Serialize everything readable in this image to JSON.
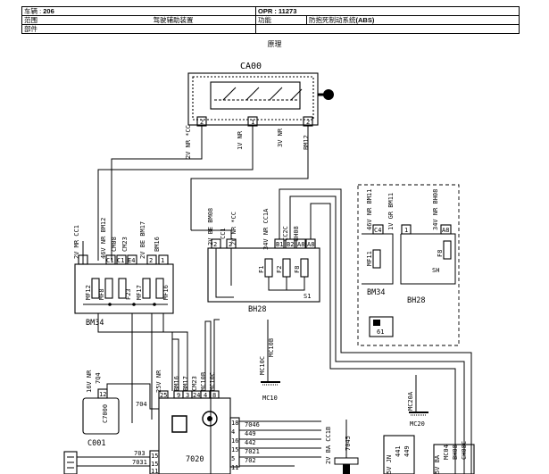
{
  "header": {
    "vehicle_label": "车辆 : ",
    "vehicle_value": "206",
    "opr_label": "OPR : ",
    "opr_value": "11273",
    "range_label": "范围",
    "range_value": "驾驶辅助装置",
    "function_label": "功能",
    "function_value": "防抱死制动系统",
    "function_suffix": "(ABS)",
    "part_label": "部件",
    "part_value": ""
  },
  "caption": "原理",
  "components": {
    "ca00": "CA00",
    "bm34_left": "BM34",
    "bh28": "BH28",
    "bm34_right": "BM34",
    "bh28_right": "BH28",
    "c001": "C001",
    "c7000": "C7000",
    "unit_7020": "7020",
    "mc10": "MC10",
    "mc20": "MC20",
    "mc20a": "MC20A"
  },
  "connectors": {
    "ca00_a": "2V NR *CC",
    "ca00_b": "1V NR",
    "ca00_c": "3V NR",
    "ca00_d": "BM12",
    "bm34_a": "2V MR CC1",
    "bm34_b": "46V NR BM12",
    "bm34_c": "CM08",
    "bm34_d": "CM23",
    "bm34_e": "2V BE BM17",
    "bm34_f": "BM16",
    "bh28_a": "2V BE BM08",
    "bh28_b": "CC1",
    "bh28_c": "2V NR *CC",
    "bh28_d": "34V NR CC1A",
    "bh28_e": "CC2C",
    "bh28_f": "BH08",
    "bm34r_a": "46V NR BM11",
    "bm34r_b": "1V GR BM11",
    "bh28r_a": "34V NR BH08",
    "u_a": "25V NR",
    "u_b": "BM16",
    "u_c": "BM17",
    "u_d": "CM23",
    "u_e": "MC10B",
    "u_f": "MC10C",
    "c7000_a": "16V NR",
    "c7000_b": "7Q4",
    "mc10_a": "MC10C",
    "mc10_b": "MC10B",
    "bot_a": "2V BA CC1B",
    "bot_b": "7045",
    "bot_c": "5V JN",
    "bot_d": "441",
    "bot_e": "449",
    "bot_f": "5V BA",
    "bot_g": "MC04",
    "bot_h": "BH08",
    "bot_i": "CH08C"
  },
  "pins": {
    "ca00": [
      "2",
      "1",
      "2"
    ],
    "bm34": [
      "C1",
      "C1",
      "E4",
      "2",
      "1"
    ],
    "bh28": [
      "2",
      "2",
      "B1",
      "B2",
      "A8",
      "A8"
    ],
    "bm34r": [
      "C4",
      "1"
    ],
    "bh28r": [
      "A8"
    ],
    "unit_top": [
      "25",
      "9",
      "3",
      "24",
      "4",
      "8"
    ],
    "unit_right": [
      "18",
      "4",
      "16",
      "15",
      "5",
      "11"
    ],
    "unit_bottom": [
      "15",
      "15",
      "11"
    ],
    "c7000": [
      "12"
    ],
    "fuses": [
      "MF12",
      "MF8",
      "F23",
      "MF17",
      "MF16",
      "F1",
      "F2",
      "F8",
      "MF11",
      "F8"
    ]
  },
  "wires": {
    "w7046": "7046",
    "w449": "449",
    "w442": "442",
    "w7021": "7021",
    "w702": "702",
    "w704": "704",
    "w703": "703",
    "w7031": "7031"
  },
  "misc": {
    "sh": "SH",
    "s1": "S1",
    "s61": "61"
  }
}
